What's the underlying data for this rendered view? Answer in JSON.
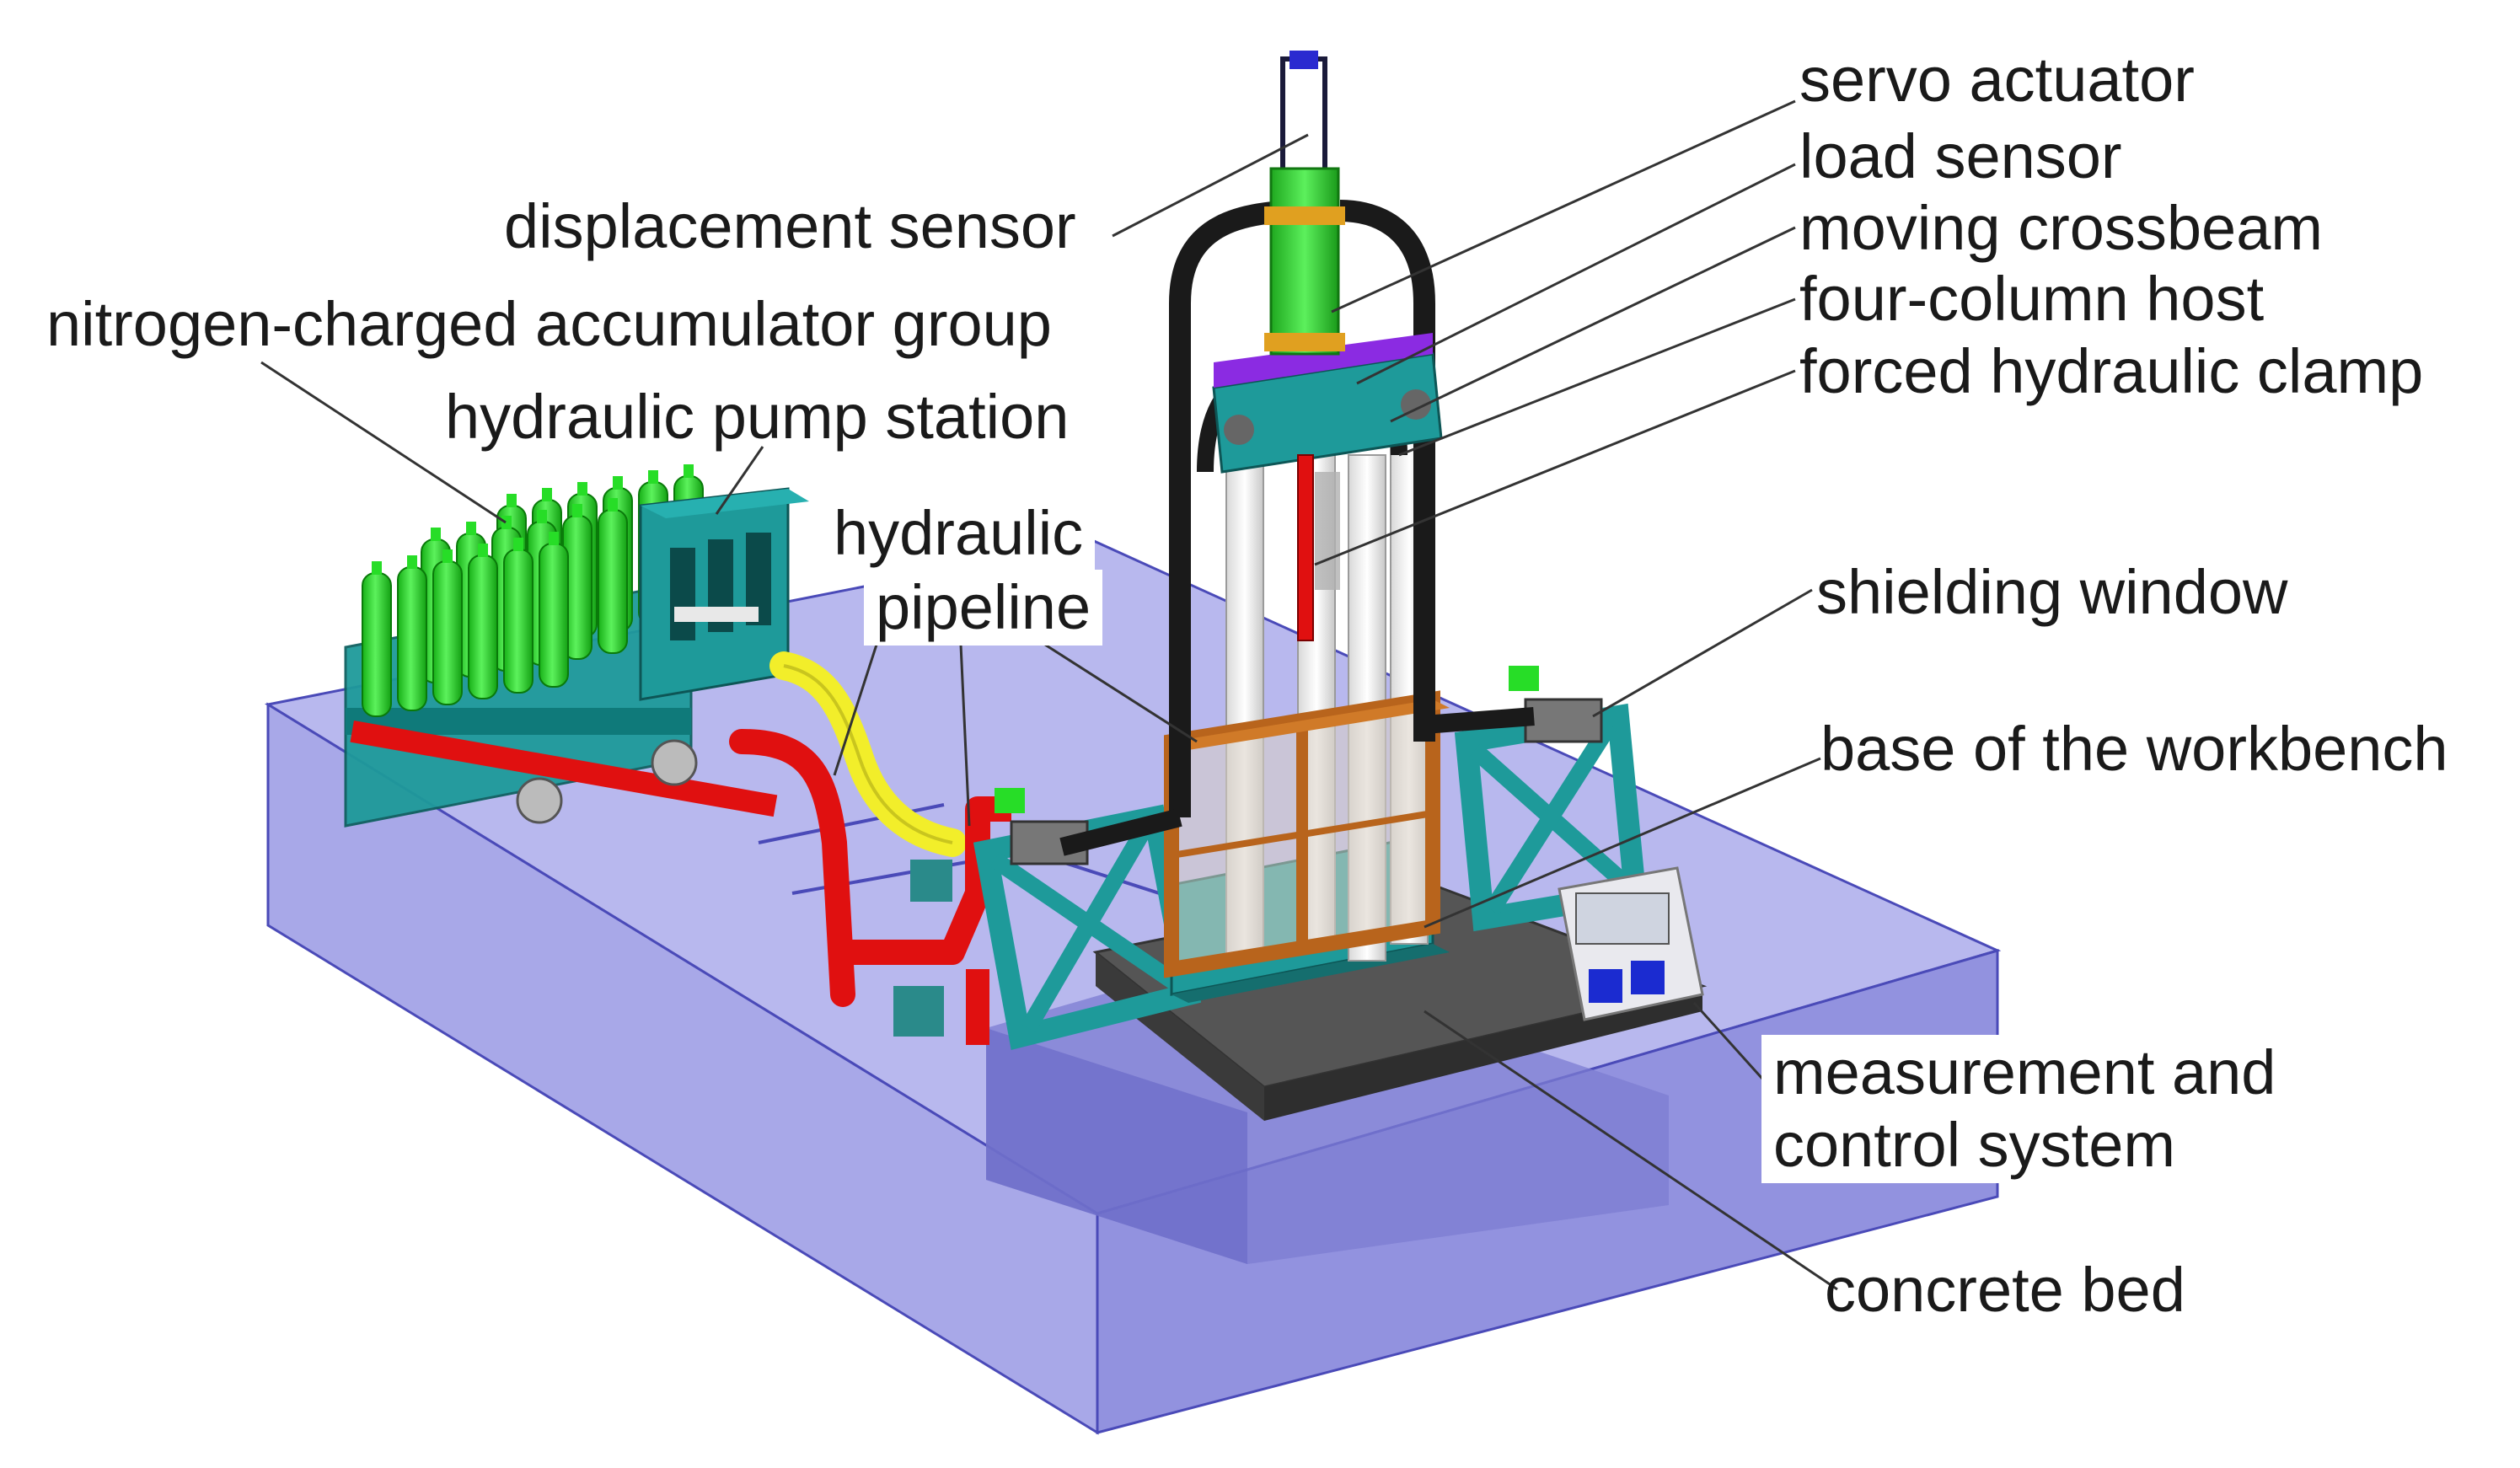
{
  "labels": {
    "servo_actuator": "servo actuator",
    "load_sensor": "load sensor",
    "moving_crossbeam": "moving crossbeam",
    "four_column_host": "four-column host",
    "forced_hydraulic_clamp": "forced hydraulic clamp",
    "displacement_sensor": "displacement sensor",
    "nitrogen_accumulator": "nitrogen-charged accumulator group",
    "hydraulic_pump_station": "hydraulic pump station",
    "hydraulic_pipeline_1": "hydraulic",
    "hydraulic_pipeline_2": "pipeline",
    "shielding_window": "shielding window",
    "base_of_workbench": "base of the workbench",
    "measurement_control_1": "measurement and",
    "measurement_control_2": "control system",
    "concrete_bed": "concrete bed"
  },
  "colors": {
    "concrete_top": "#b8b8ee",
    "concrete_front": "#8f8fde",
    "concrete_side": "#a3a3e6",
    "accumulator": "#27dd27",
    "frame_teal": "#1e9a9a",
    "pipe_red": "#e01010",
    "pipe_yellow": "#f2ee2a",
    "hose_black": "#1a1a1a",
    "window_frame": "#b8641c",
    "actuator_green": "#38d038"
  }
}
